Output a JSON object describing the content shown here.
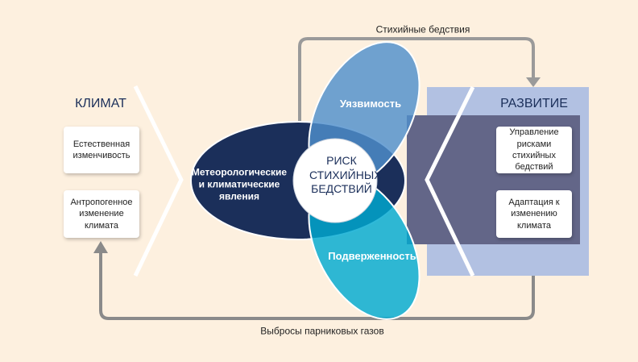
{
  "colors": {
    "background": "#fdf0df",
    "panel_light": "#b2c1e2",
    "panel_dark": "#636688",
    "hazard": "#1b2f5a",
    "vulnerability": "#4f8fcc",
    "exposure": "#00a9d1",
    "arrow": "#8a8a8a"
  },
  "climate": {
    "title": "КЛИМАТ",
    "boxes": [
      "Естественная изменчивость",
      "Антропогенное изменение климата"
    ]
  },
  "development": {
    "title": "РАЗВИТИЕ",
    "boxes": [
      "Управление рисками стихийных бедствий",
      "Адаптация к изменению климата"
    ]
  },
  "center": {
    "hazard": "Метеорологические и климатические явления",
    "vulnerability": "Уязвимость",
    "exposure": "Подверженность",
    "risk": "РИСК СТИХИЙНЫХ БЕДСТВИЙ"
  },
  "arrows": {
    "top": "Стихийные бедствия",
    "bottom": "Выбросы парниковых газов"
  }
}
